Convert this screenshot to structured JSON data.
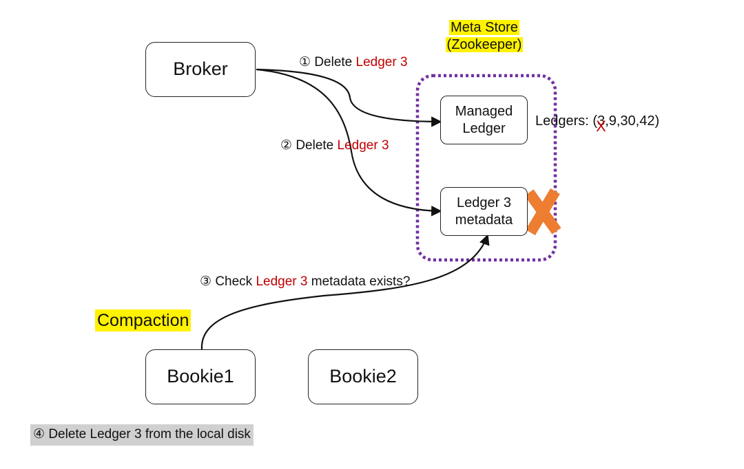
{
  "meta_store": {
    "line1": "Meta Store",
    "line2": "(Zookeeper)"
  },
  "nodes": {
    "broker": "Broker",
    "managed_ledger": {
      "line1": "Managed",
      "line2": "Ledger"
    },
    "ledger3_metadata": {
      "line1": "Ledger 3",
      "line2": "metadata"
    },
    "bookie1": "Bookie1",
    "bookie2": "Bookie2"
  },
  "ledgers_list": {
    "prefix": "Ledgers: (",
    "struck": "3",
    "rest": ",9,30,42)",
    "strike_mark": "X"
  },
  "steps": {
    "step1": {
      "marker": "①",
      "text": " Delete ",
      "highlight": "Ledger 3"
    },
    "step2": {
      "marker": "②",
      "text": " Delete ",
      "highlight": "Ledger 3"
    },
    "step3": {
      "marker": "③",
      "text": " Check ",
      "highlight": "Ledger 3",
      "suffix": " metadata exists?"
    },
    "step4": {
      "marker": "④",
      "text": " Delete Ledger 3 from the local disk"
    }
  },
  "compaction_label": "Compaction",
  "colors": {
    "highlight_text": "#c00000",
    "yellow_highlight": "#fff200",
    "meta_store_border": "#7030a0",
    "delete_cross": "#ed7d31",
    "footer_background": "#d0d0d0"
  },
  "icons": {
    "deleted_marker": "orange-x-icon"
  }
}
